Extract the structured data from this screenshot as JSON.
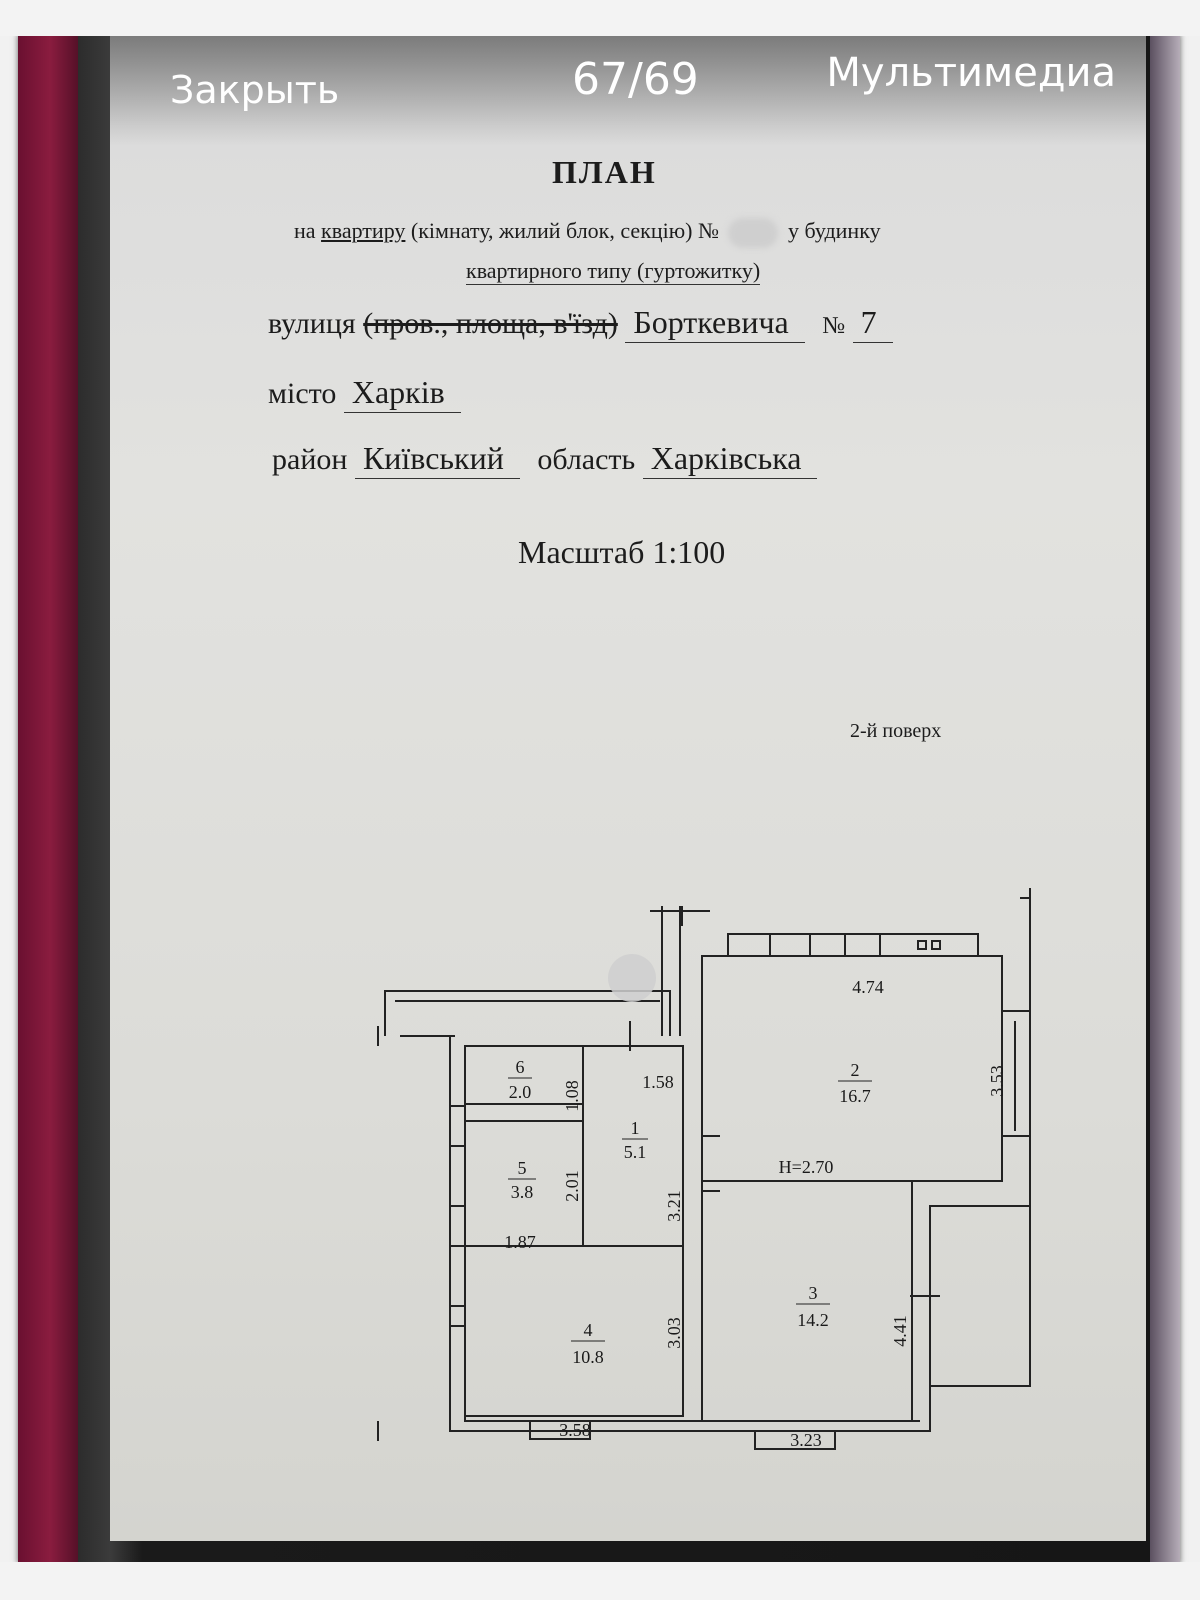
{
  "viewer": {
    "close_label": "Закрыть",
    "page_counter": "67/69",
    "media_label": "Мультимедиа"
  },
  "document": {
    "title": "ПЛАН",
    "line1_prefix": "на",
    "line1_underlined": "квартиру",
    "line1_rest": "(кімнату, жилий блок, секцію) №",
    "line1_suffix": "у будинку",
    "line2": "квартирного типу (гуртожитку)",
    "street_label": "вулиця",
    "street_struck": "(пров., площа, в'їзд)",
    "street_value": "Борткевича",
    "number_sign": "№",
    "number_value": "7",
    "city_label": "місто",
    "city_value": "Харків",
    "district_label": "район",
    "district_value": "Київський",
    "oblast_label": "область",
    "oblast_value": "Харківська",
    "scale": "Масштаб 1:100",
    "floor": "2-й поверх"
  },
  "plan": {
    "ceiling_height": "H=2.70",
    "rooms": [
      {
        "num": "1",
        "area": "5.1"
      },
      {
        "num": "2",
        "area": "16.7"
      },
      {
        "num": "3",
        "area": "14.2"
      },
      {
        "num": "4",
        "area": "10.8"
      },
      {
        "num": "5",
        "area": "3.8"
      },
      {
        "num": "6",
        "area": "2.0"
      }
    ],
    "dimensions": {
      "d_474": "4.74",
      "d_353": "3.53",
      "d_158": "1.58",
      "d_108": "1.08",
      "d_201": "2.01",
      "d_187": "1.87",
      "d_321": "3.21",
      "d_303": "3.03",
      "d_358": "3.58",
      "d_441": "4.41",
      "d_323": "3.23"
    }
  }
}
